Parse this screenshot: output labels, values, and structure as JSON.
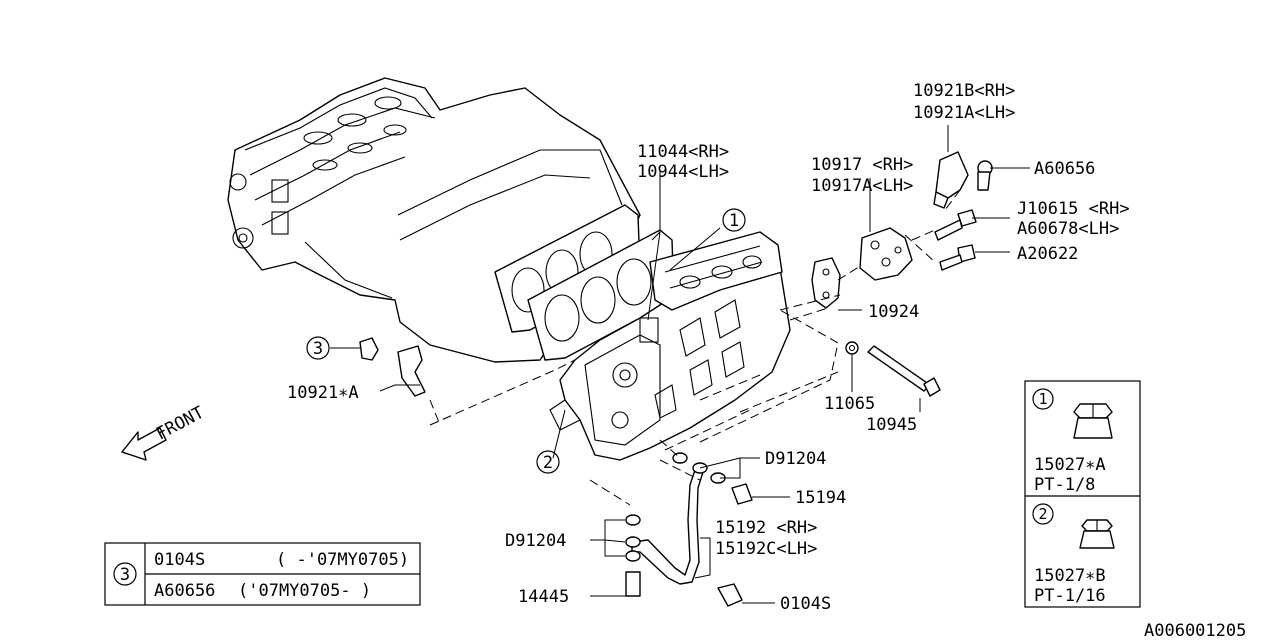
{
  "callouts": {
    "p10921b_rh": "10921B<RH>",
    "p10921a_lh": "10921A<LH>",
    "p11044_rh": "11044<RH>",
    "p10944_lh": "10944<LH>",
    "p10917_rh": "10917 <RH>",
    "p10917a_lh": "10917A<LH>",
    "pA60656": "A60656",
    "pJ10615_rh": "J10615 <RH>",
    "pA60678_lh": "A60678<LH>",
    "pA20622": "A20622",
    "p10924": "10924",
    "p10921xa": "10921∗A",
    "p11065": "11065",
    "p10945": "10945",
    "pD91204_top": "D91204",
    "p15194": "15194",
    "pD91204_bottom": "D91204",
    "p15192_rh": "15192 <RH>",
    "p15192c_lh": "15192C<LH>",
    "p14445": "14445",
    "p0104s": "0104S"
  },
  "ref_numbers": {
    "one": "1",
    "two": "2",
    "three": "3"
  },
  "front_label": "FRONT",
  "legend_table": {
    "ref": "3",
    "rows": [
      {
        "part": "0104S",
        "range": "( -'07MY0705)"
      },
      {
        "part": "A60656",
        "range": "('07MY0705- )"
      }
    ]
  },
  "detail_panel": {
    "items": [
      {
        "ref": "1",
        "part": "15027∗A",
        "spec": "PT-1/8"
      },
      {
        "ref": "2",
        "part": "15027∗B",
        "spec": "PT-1/16"
      }
    ]
  },
  "diagram_code": "A006001205"
}
